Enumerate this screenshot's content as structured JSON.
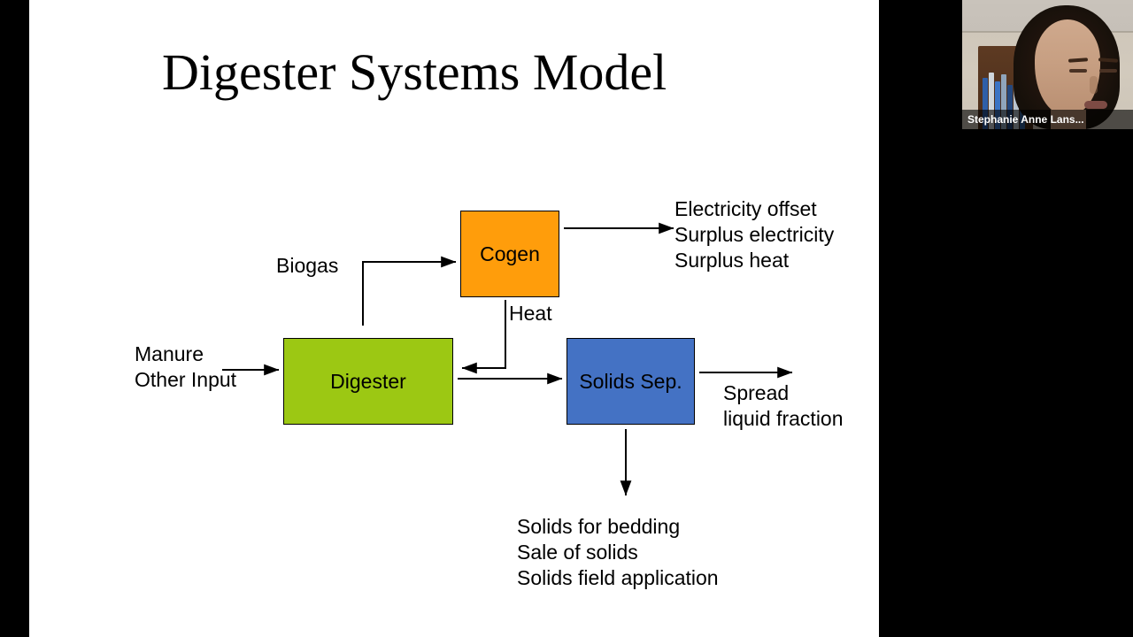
{
  "slide": {
    "title": "Digester Systems Model",
    "background_color": "#ffffff",
    "letterbox_color": "#000000"
  },
  "diagram": {
    "nodes": [
      {
        "id": "cogen",
        "label": "Cogen",
        "color": "#FF9D0B"
      },
      {
        "id": "digester",
        "label": "Digester",
        "color": "#9CC813"
      },
      {
        "id": "solids",
        "label": "Solids Sep.",
        "color": "#4472C4"
      }
    ],
    "edge_labels": {
      "biogas": "Biogas",
      "heat": "Heat",
      "manure_input": "Manure\nOther Input"
    },
    "outputs": {
      "cogen_outputs": "Electricity offset\nSurplus electricity\nSurplus heat",
      "liquid_output": "Spread\nliquid fraction",
      "solids_output": "Solids for bedding\nSale of solids\nSolids field application"
    }
  },
  "webcam": {
    "participant_name": "Stephanie Anne Lans...",
    "name_bar_color": "#000000"
  }
}
